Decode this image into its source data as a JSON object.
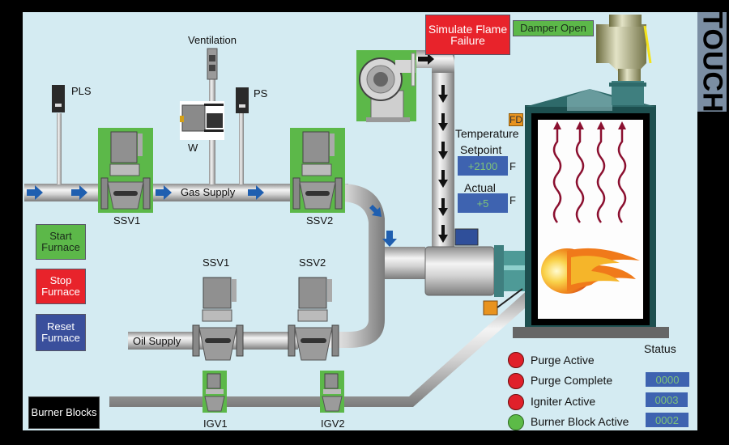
{
  "side_label": "TOUCH",
  "buttons": {
    "simulate_flame_failure": "Simulate Flame Failure",
    "damper_open": "Damper Open",
    "start_furnace": "Start Furnace",
    "stop_furnace": "Stop Furnace",
    "reset_furnace": "Reset Furnace",
    "burner_blocks": "Burner Blocks"
  },
  "labels": {
    "ventilation": "Ventilation",
    "pls": "PLS",
    "ps": "PS",
    "w": "W",
    "gas_supply": "Gas Supply",
    "oil_supply": "Oil Supply",
    "gas_ssv1": "SSV1",
    "gas_ssv2": "SSV2",
    "oil_ssv1": "SSV1",
    "oil_ssv2": "SSV2",
    "igv1": "IGV1",
    "igv2": "IGV2",
    "fd": "FD"
  },
  "temperature": {
    "title": "Temperature",
    "setpoint_label": "Setpoint",
    "setpoint_value": "+2100",
    "setpoint_unit": "F",
    "actual_label": "Actual",
    "actual_value": "+5",
    "actual_unit": "F"
  },
  "status": {
    "title": "Status",
    "indicators": [
      {
        "label": "Purge Active",
        "state": "red"
      },
      {
        "label": "Purge Complete",
        "state": "red"
      },
      {
        "label": "Igniter Active",
        "state": "red"
      },
      {
        "label": "Burner Block Active",
        "state": "green"
      }
    ],
    "codes": [
      "0000",
      "0003",
      "0002"
    ]
  },
  "colors": {
    "background": "#d4ebf2",
    "active_green": "#5cb849",
    "alarm_red": "#e8232b",
    "value_box": "#3e63b0",
    "flow_arrow": "#1f5fb0"
  }
}
